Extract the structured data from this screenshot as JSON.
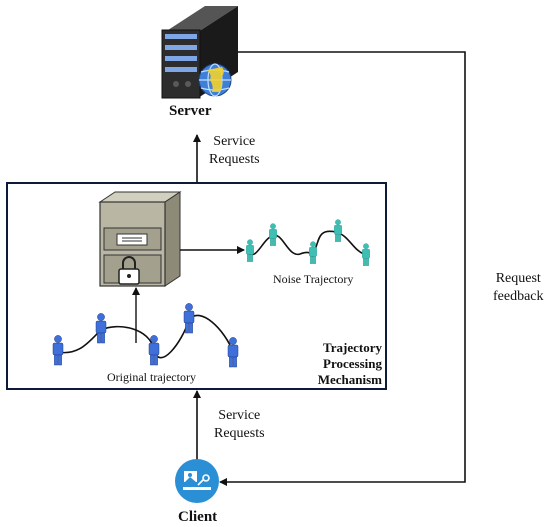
{
  "server": {
    "label": "Server"
  },
  "client": {
    "label": "Client"
  },
  "edges": {
    "client_to_mechanism": "Service\nRequests",
    "mechanism_to_server": "Service\nRequests",
    "server_to_client": "Request\nfeedback"
  },
  "mechanism": {
    "title": "Trajectory\nProcessing\nMechanism",
    "original_trajectory_label": "Original trajectory",
    "noise_trajectory_label": "Noise Trajectory"
  },
  "colors": {
    "original_person": "#3f6fd8",
    "noise_person": "#3fbfb4",
    "box_border": "#0e1a3a",
    "cabinet": "#b9b6a4",
    "client_circle": "#2b8fd6",
    "server_body": "#2b2b2b",
    "globe": "#3f7fd6"
  },
  "icons": {
    "server": "server-tower-icon",
    "globe": "globe-icon",
    "cabinet": "locked-cabinet-icon",
    "lock": "padlock-icon",
    "client": "client-terminal-icon",
    "person": "person-icon"
  }
}
